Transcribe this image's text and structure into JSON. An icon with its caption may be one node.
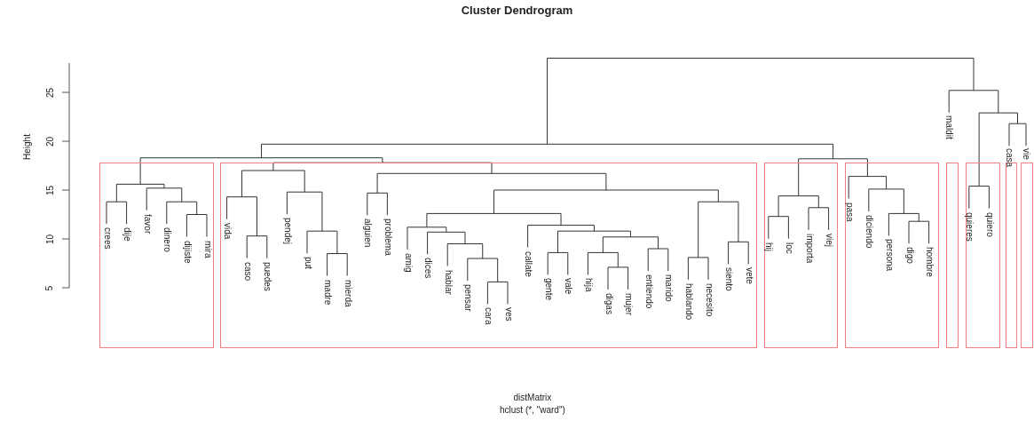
{
  "diagram": {
    "title": "Cluster Dendrogram",
    "nodes": [
      {
        "text": [],
        "shape": "box"
      },
      {
        "text": [
          "crees"
        ],
        "in": 0
      },
      {
        "text": [
          "dije"
        ],
        "in": 0
      },
      {
        "text": [
          "favor"
        ],
        "in": 0
      },
      {
        "text": [
          "dinero"
        ],
        "in": 0
      },
      {
        "text": [
          "dijiste"
        ],
        "in": 0
      },
      {
        "text": [
          "mira"
        ],
        "in": 0
      },
      {
        "text": [],
        "shape": "box"
      },
      {
        "text": [
          "vida"
        ],
        "in": 7
      },
      {
        "text": [
          "caso"
        ],
        "in": 7
      },
      {
        "text": [
          "puedes"
        ],
        "in": 7
      },
      {
        "text": [
          "pendej"
        ],
        "in": 7
      },
      {
        "text": [
          "put"
        ],
        "in": 7
      },
      {
        "text": [
          "madre"
        ],
        "in": 7
      },
      {
        "text": [
          "mierda"
        ],
        "in": 7
      },
      {
        "text": [
          "alguien"
        ],
        "in": 7
      },
      {
        "text": [
          "problema"
        ],
        "in": 7
      },
      {
        "text": [
          "amig"
        ],
        "in": 7
      },
      {
        "text": [
          "dices"
        ],
        "in": 7
      },
      {
        "text": [
          "hablar"
        ],
        "in": 7
      },
      {
        "text": [
          "pensar"
        ],
        "in": 7
      },
      {
        "text": [
          "cara"
        ],
        "in": 7
      },
      {
        "text": [
          "ves"
        ],
        "in": 7
      },
      {
        "text": [
          "callate"
        ],
        "in": 7
      },
      {
        "text": [
          "gente"
        ],
        "in": 7
      },
      {
        "text": [
          "vale"
        ],
        "in": 7
      },
      {
        "text": [
          "hija"
        ],
        "in": 7
      },
      {
        "text": [
          "digas"
        ],
        "in": 7
      },
      {
        "text": [
          "mujer"
        ],
        "in": 7
      },
      {
        "text": [
          "entiendo"
        ],
        "in": 7
      },
      {
        "text": [
          "marido"
        ],
        "in": 7
      },
      {
        "text": [
          "hablando"
        ],
        "in": 7
      },
      {
        "text": [
          "necesito"
        ],
        "in": 7
      },
      {
        "text": [
          "siento"
        ],
        "in": 7
      },
      {
        "text": [
          "vete"
        ],
        "in": 7
      },
      {
        "text": [],
        "shape": "box"
      },
      {
        "text": [
          "hij"
        ],
        "in": 35
      },
      {
        "text": [
          "loc"
        ],
        "in": 35
      },
      {
        "text": [
          "importa"
        ],
        "in": 35
      },
      {
        "text": [
          "viej"
        ],
        "in": 35
      },
      {
        "text": [],
        "shape": "box"
      },
      {
        "text": [
          "pasa"
        ],
        "in": 40
      },
      {
        "text": [
          "diciendo"
        ],
        "in": 40
      },
      {
        "text": [
          "persona"
        ],
        "in": 40
      },
      {
        "text": [
          "digo"
        ],
        "in": 40
      },
      {
        "text": [
          "hombre"
        ],
        "in": 40
      },
      {
        "text": [],
        "shape": "box"
      },
      {
        "text": [
          "maldit"
        ]
      },
      {
        "text": [],
        "shape": "box"
      },
      {
        "text": [
          "quieres"
        ],
        "in": 48
      },
      {
        "text": [
          "quiero"
        ],
        "in": 48
      },
      {
        "text": [],
        "shape": "box"
      },
      {
        "text": [
          "casa"
        ]
      },
      {
        "text": [],
        "shape": "box"
      },
      {
        "text": [
          "vie"
        ]
      }
    ],
    "labels": [
      "Height",
      "25",
      "20",
      "15",
      "10",
      "5",
      "distMatrix",
      "hclust (*, \"ward\")"
    ]
  }
}
